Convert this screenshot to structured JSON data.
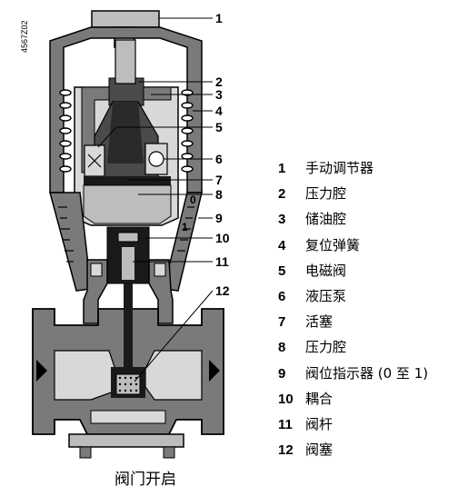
{
  "figure": {
    "drawing_code": "4567Z02",
    "caption": "阀门开启",
    "indicator_scale": {
      "top": "0",
      "bottom": "1"
    },
    "colors": {
      "body": "#7a7a7a",
      "dark": "#1a1a1a",
      "light": "#d8d8d8",
      "mid": "#bdbdbd",
      "piston": "#4a4a4a"
    }
  },
  "callouts": [
    "1",
    "2",
    "3",
    "4",
    "5",
    "6",
    "7",
    "8",
    "9",
    "10",
    "11",
    "12"
  ],
  "legend": [
    {
      "num": "1",
      "label": "手动调节器"
    },
    {
      "num": "2",
      "label": "压力腔"
    },
    {
      "num": "3",
      "label": "储油腔"
    },
    {
      "num": "4",
      "label": "复位弹簧"
    },
    {
      "num": "5",
      "label": "电磁阀"
    },
    {
      "num": "6",
      "label": "液压泵"
    },
    {
      "num": "7",
      "label": "活塞"
    },
    {
      "num": "8",
      "label": "压力腔"
    },
    {
      "num": "9",
      "label": "阀位指示器 (0 至 1)"
    },
    {
      "num": "10",
      "label": "耦合"
    },
    {
      "num": "11",
      "label": "阀杆"
    },
    {
      "num": "12",
      "label": "阀塞"
    }
  ]
}
